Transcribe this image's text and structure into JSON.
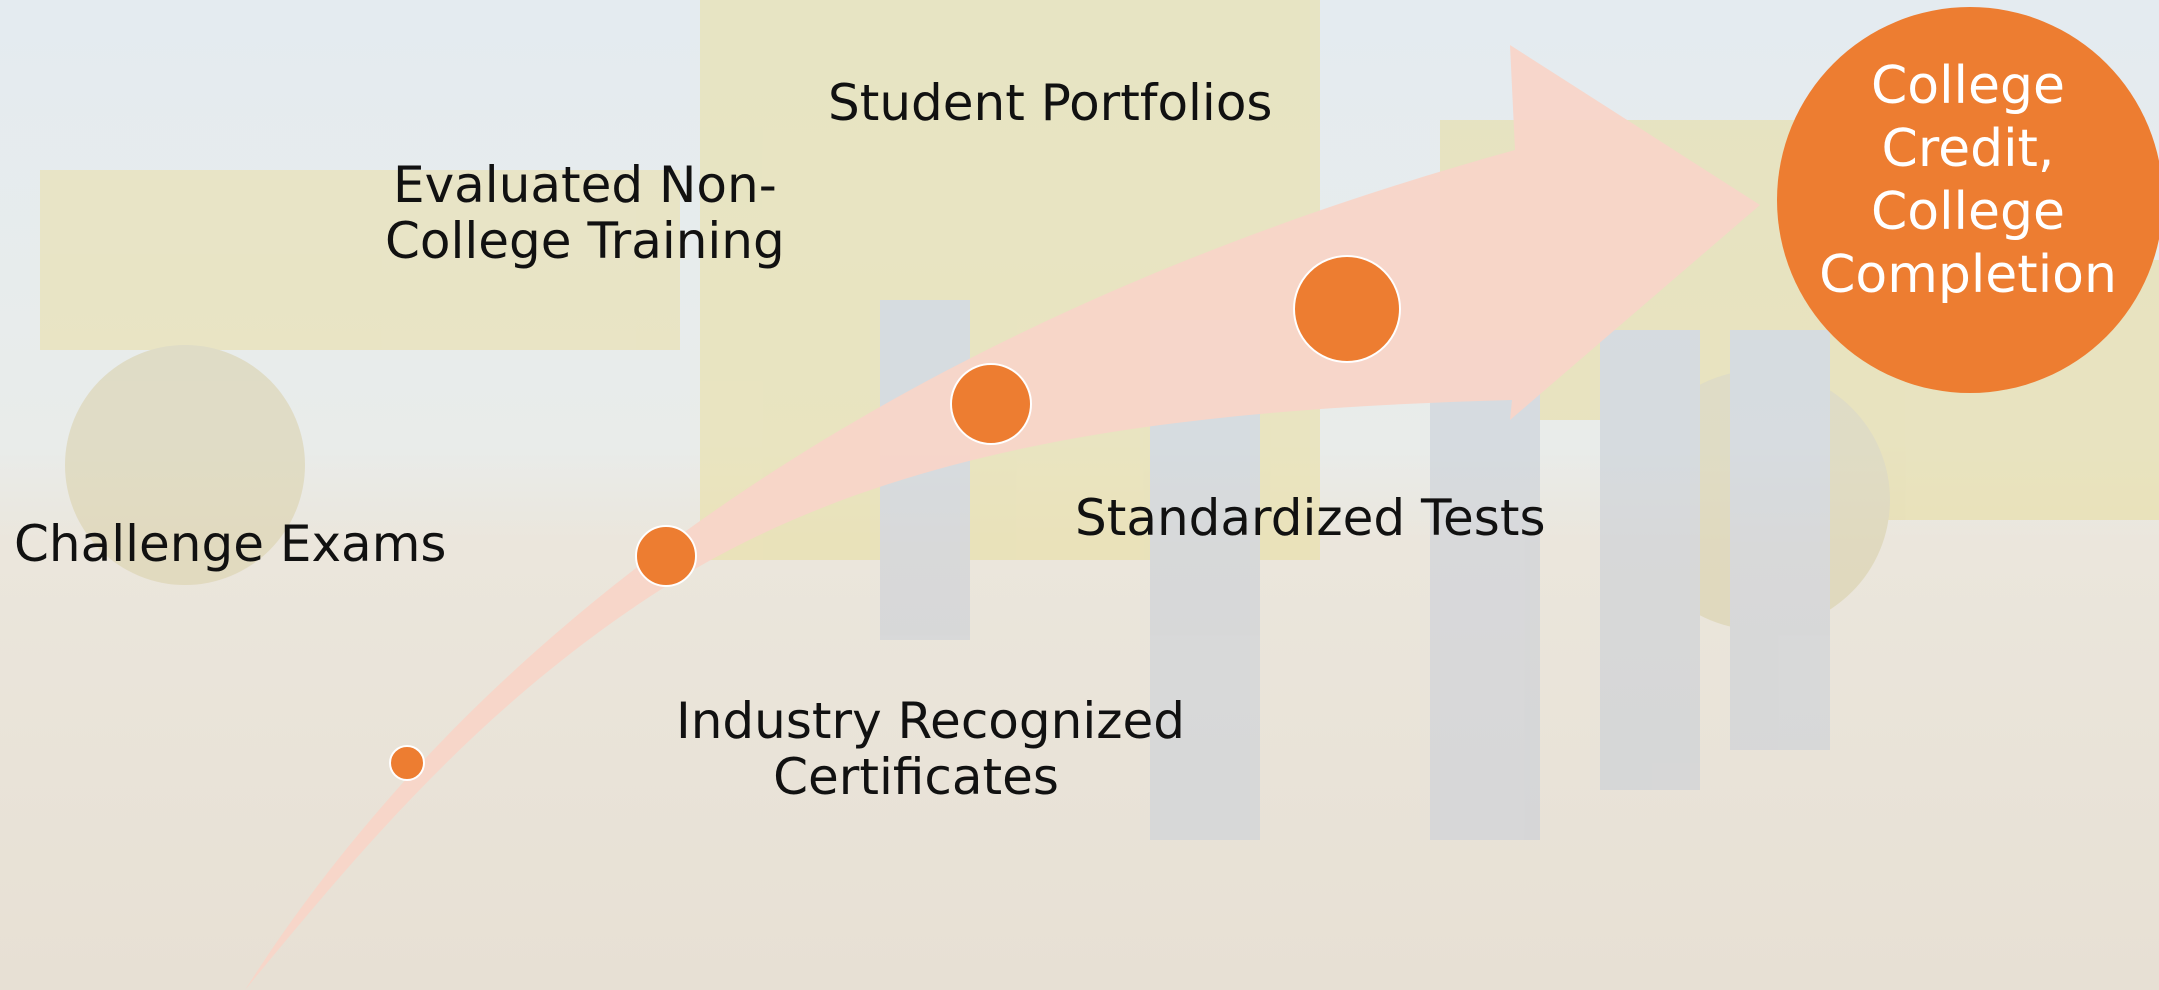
{
  "diagram": {
    "labels": {
      "student_portfolios": "Student Portfolios",
      "evaluated_line1": "Evaluated Non-",
      "evaluated_line2": "College Training",
      "challenge_exams": "Challenge Exams",
      "standardized_tests": "Standardized Tests",
      "industry_line1": "Industry Recognized",
      "industry_line2": "Certificates"
    },
    "goal": {
      "line1": "College",
      "line2": "Credit,",
      "line3": "College",
      "line4": "Completion"
    },
    "colors": {
      "accent": "#ED7D31",
      "arrow": "#F8D5C8",
      "text": "#111111",
      "goal_text": "#FFFFFF"
    }
  }
}
